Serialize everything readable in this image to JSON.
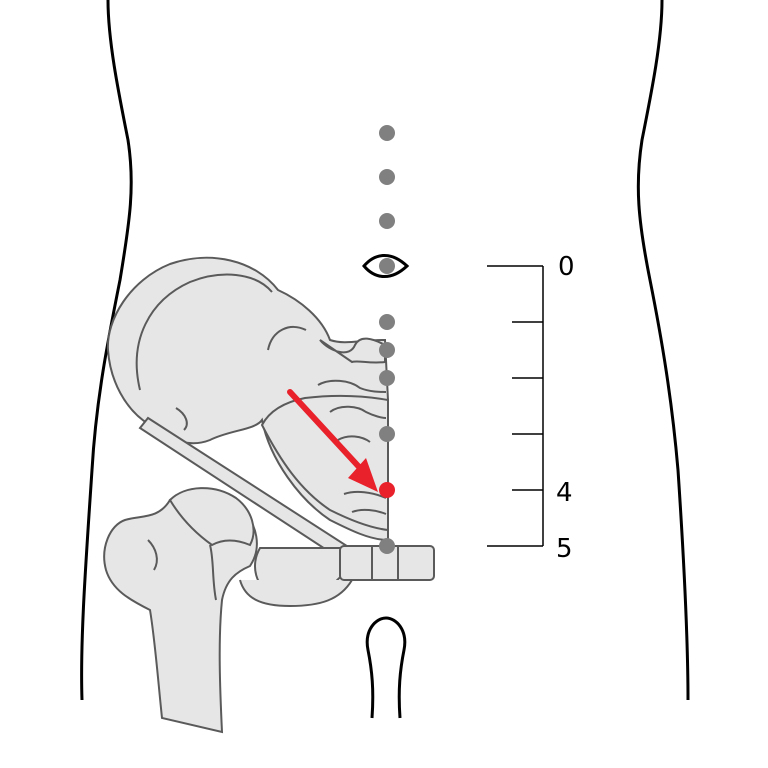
{
  "figure": {
    "colors": {
      "outline": "#000000",
      "bone_fill": "#e6e6e6",
      "bone_stroke": "#5a5a5a",
      "point": "#808080",
      "highlight": "#e8212b"
    }
  },
  "scale": {
    "label_top": "0",
    "label_mid": "4",
    "label_bottom": "5"
  },
  "points": {
    "count_above_navel": 3,
    "count_below_navel": 6,
    "highlighted_index": 4
  }
}
